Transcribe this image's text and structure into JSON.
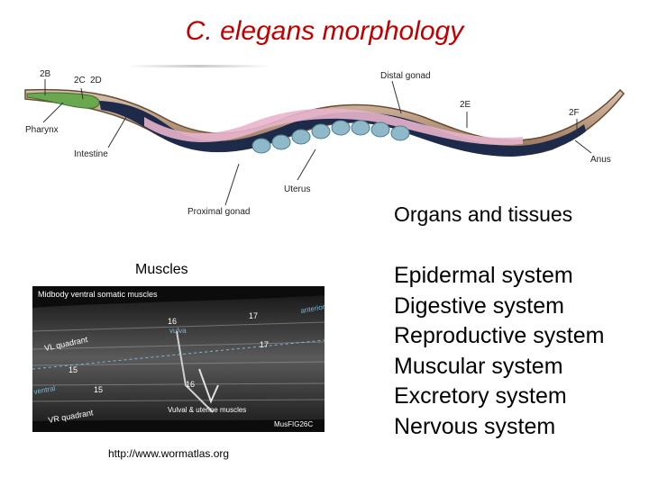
{
  "title": "C. elegans morphology",
  "worm_diagram": {
    "labels": {
      "fig_2b": "2B",
      "fig_2c": "2C",
      "fig_2d": "2D",
      "fig_2e": "2E",
      "fig_2f": "2F",
      "pharynx": "Pharynx",
      "intestine": "Intestine",
      "distal_gonad": "Distal gonad",
      "proximal_gonad": "Proximal gonad",
      "uterus": "Uterus",
      "anus": "Anus"
    }
  },
  "organs_heading": "Organs and tissues",
  "systems": [
    "Epidermal system",
    "Digestive system",
    "Reproductive system",
    "Muscular system",
    "Excretory system",
    "Nervous system"
  ],
  "muscles_heading": "Muscles",
  "muscle_image": {
    "labels": {
      "caption": "Midbody ventral somatic muscles",
      "vl_quadrant": "VL quadrant",
      "vr_quadrant": "VR quadrant",
      "vulva": "vulva",
      "ventral": "ventral",
      "anterior": "anterior",
      "n16_top": "16",
      "n17_top": "17",
      "n17_mid": "17",
      "n15_left": "15",
      "n15_low": "15",
      "n16_low": "16",
      "uterine": "Vulval & uterine muscles",
      "fig_id": "MusFIG26C"
    }
  },
  "source_url": "http://www.wormatlas.org",
  "colors": {
    "title": "#c00000",
    "body_outline": "#7a5a3a",
    "intestine": "#1d2a4a",
    "gonad": "#e8b4cc",
    "uterus_eggs": "#8fb8c8",
    "pharynx": "#6aa84f"
  }
}
